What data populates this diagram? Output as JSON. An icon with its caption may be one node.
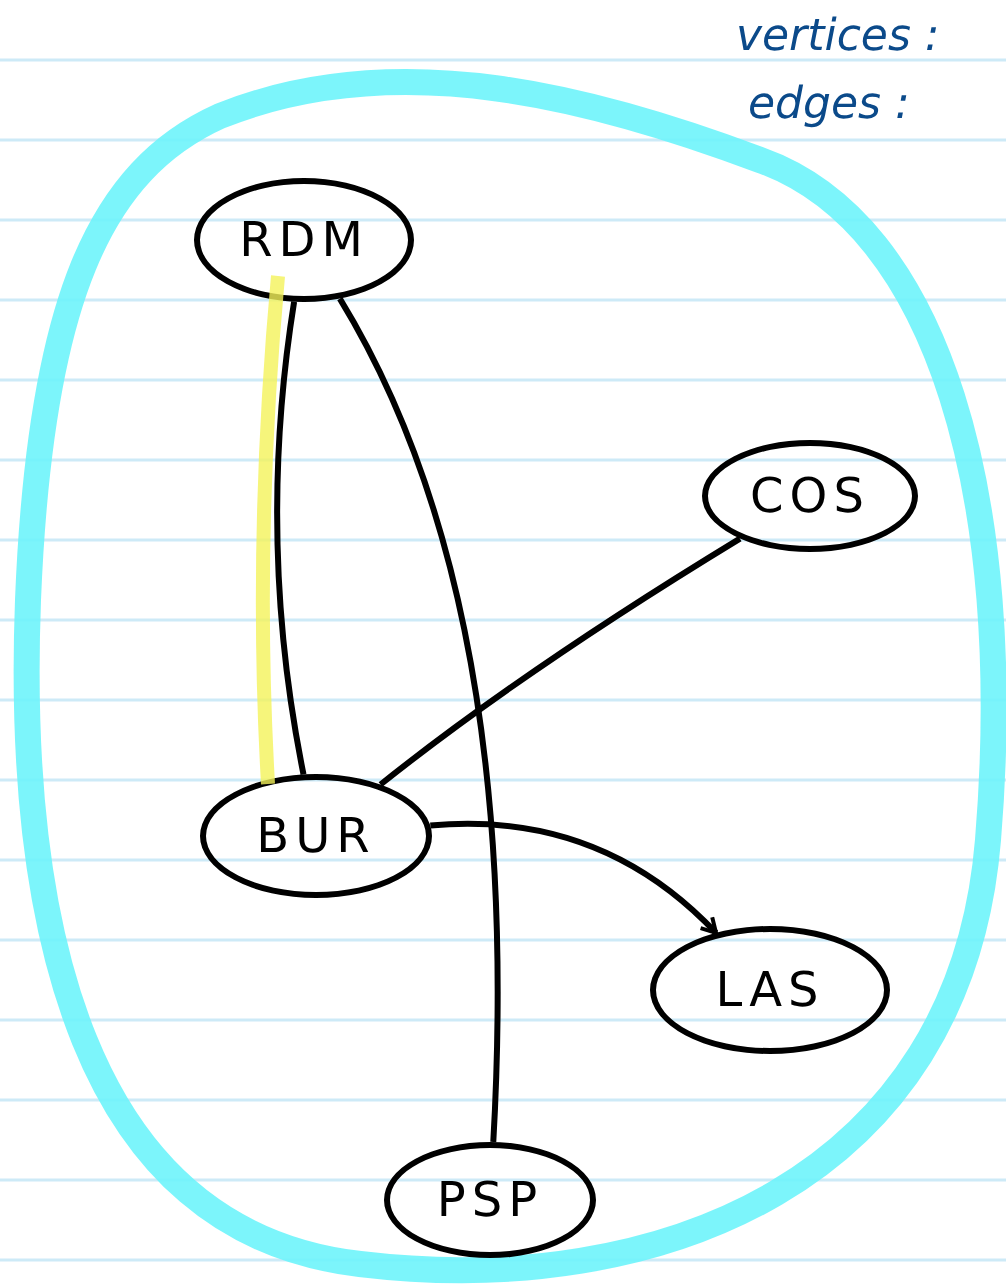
{
  "diagram": {
    "nodes": [
      {
        "text": [],
        "shape": "circle"
      },
      {
        "text": [
          "RDM"
        ],
        "in": 0
      },
      {
        "text": [
          "COS"
        ],
        "in": 0
      },
      {
        "text": [
          "BUR"
        ],
        "in": 0
      },
      {
        "text": [
          "LAS"
        ],
        "in": 0
      },
      {
        "text": [
          "PSP"
        ],
        "in": 0
      }
    ],
    "edges": [
      {
        "from": 1,
        "to": 3,
        "arrow": "none"
      },
      {
        "from": 1,
        "to": 5,
        "arrow": "none"
      },
      {
        "from": 2,
        "to": 3,
        "arrow": "none"
      },
      {
        "from": 3,
        "to": 4,
        "arrow": "to"
      }
    ],
    "labels": [
      "vertices :",
      "edges :"
    ]
  }
}
